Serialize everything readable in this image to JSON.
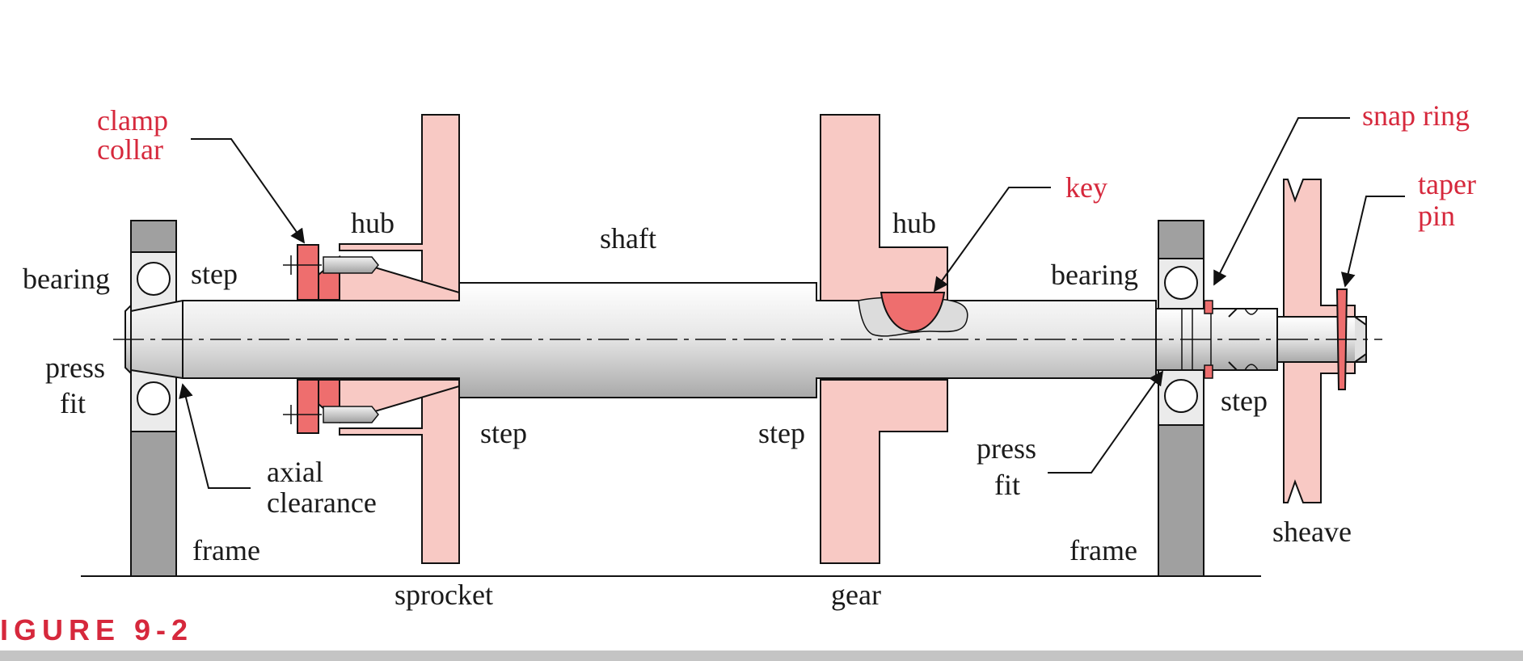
{
  "figure_caption": "IGURE 9-2",
  "labels": {
    "clamp_collar_1": "clamp",
    "clamp_collar_2": "collar",
    "hub_left": "hub",
    "hub_right": "hub",
    "shaft": "shaft",
    "key": "key",
    "snap_ring": "snap ring",
    "taper_pin_1": "taper",
    "taper_pin_2": "pin",
    "bearing_left": "bearing",
    "bearing_right": "bearing",
    "step_left": "step",
    "step_sprocket": "step",
    "step_gear": "step",
    "step_right": "step",
    "press_fit_left_1": "press",
    "press_fit_left_2": "fit",
    "press_fit_right_1": "press",
    "press_fit_right_2": "fit",
    "axial_clearance_1": "axial",
    "axial_clearance_2": "clearance",
    "frame_left": "frame",
    "frame_right": "frame",
    "sprocket": "sprocket",
    "gear": "gear",
    "sheave": "sheave"
  },
  "colors": {
    "part_pink": "#f8c9c4",
    "part_red": "#ee6e6e",
    "frame_gray": "#a0a0a0",
    "accent_red": "#d6283c",
    "outline": "#1a1a1a",
    "footer_bar": "#c4c4c4"
  }
}
